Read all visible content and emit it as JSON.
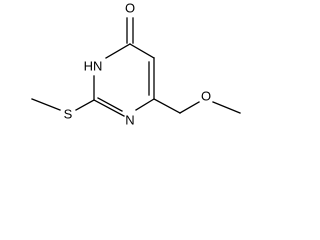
{
  "structure": {
    "atoms": {
      "carbonyl_oxygen": "O",
      "nh": "HN",
      "ring_nitrogen": "N",
      "thioether_sulfur": "S",
      "ether_oxygen": "O"
    }
  }
}
